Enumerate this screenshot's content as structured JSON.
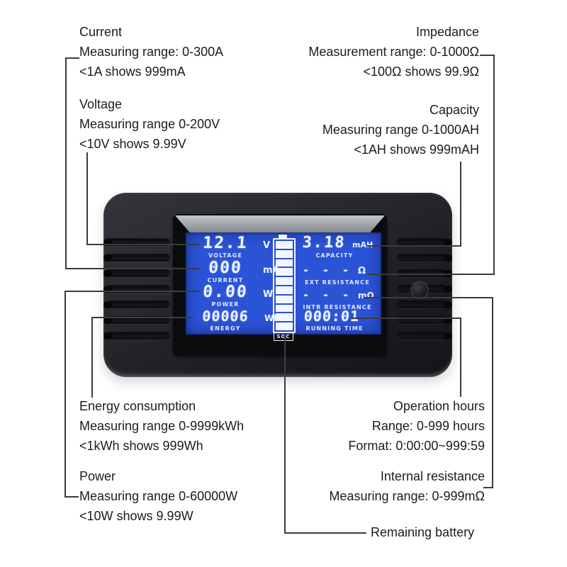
{
  "annotations": {
    "current": {
      "title": "Current",
      "range": "Measuring range: 0-300A",
      "note": "<1A shows 999mA"
    },
    "voltage": {
      "title": "Voltage",
      "range": "Measuring range 0-200V",
      "note": "<10V shows 9.99V"
    },
    "impedance": {
      "title": "Impedance",
      "range": "Measurement range: 0-1000Ω",
      "note": "<100Ω shows 99.9Ω"
    },
    "capacity": {
      "title": "Capacity",
      "range": "Measuring range 0-1000AH",
      "note": "<1AH shows 999mAH"
    },
    "energy": {
      "title": "Energy consumption",
      "range": "Measuring range 0-9999kWh",
      "note": "<1kWh shows 999Wh"
    },
    "power": {
      "title": "Power",
      "range": "Measuring range 0-60000W",
      "note": "<10W shows 9.99W"
    },
    "operation_hours": {
      "title": "Operation hours",
      "range": "Range: 0-999 hours",
      "note": "Format: 0:00:00~999:59"
    },
    "internal_resistance": {
      "title": "Internal resistance",
      "range": "Measuring range: 0-999mΩ"
    },
    "remaining_battery": {
      "title": "Remaining battery"
    }
  },
  "lcd": {
    "voltage": {
      "value": "12.1",
      "unit": "V",
      "label": "VOLTAGE"
    },
    "current": {
      "value": "000",
      "unit": "mA",
      "label": "CURRENT"
    },
    "power": {
      "value": "0.00",
      "unit": "W",
      "label": "POWER"
    },
    "energy": {
      "value": "00006",
      "unit": "Wh",
      "label": "ENERGY"
    },
    "capacity": {
      "value": "3.18",
      "unit": "mAH",
      "label": "CAPACITY"
    },
    "ext_resistance": {
      "value": "- - -",
      "unit": "Ω",
      "label": "EXT RESISTANCE"
    },
    "intr_resistance": {
      "value": "- - -",
      "unit": "mΩ",
      "label": "INTR RESISTANCE"
    },
    "running_time": {
      "value": "000:01",
      "label": "RUNNING TIME"
    },
    "soc": {
      "label": "SOC",
      "segments_total": 10,
      "segments_filled": 10
    }
  },
  "colors": {
    "page_bg": "#ffffff",
    "text": "#1c1c1c",
    "line": "#3c3c3c",
    "lcd_bg": "#2b53d6",
    "lcd_text": "#edf3ff",
    "bevel": "#c3c6ca"
  }
}
